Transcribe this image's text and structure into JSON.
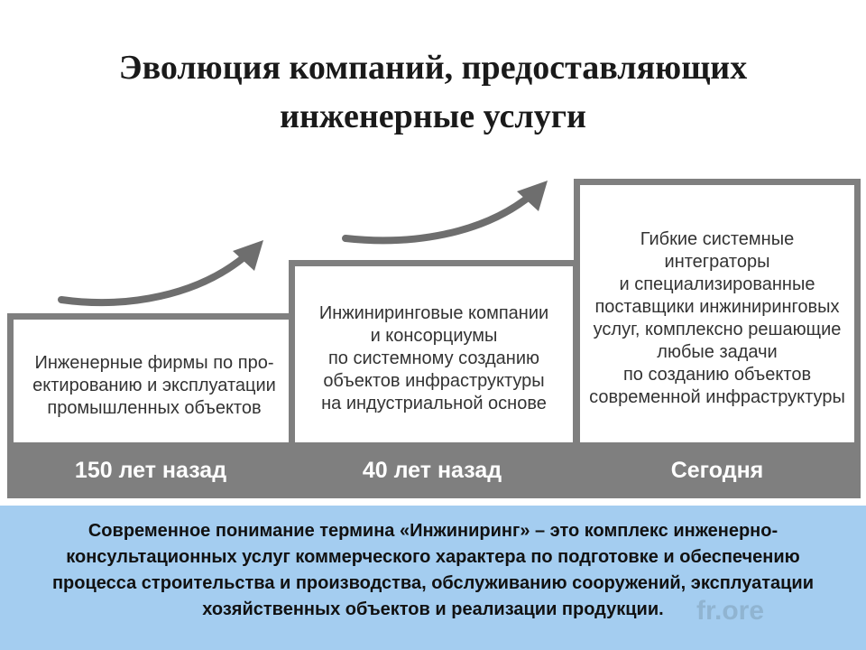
{
  "title": {
    "line1": "Эволюция компаний, предоставляющих",
    "line2": "инженерные услуги"
  },
  "steps": [
    {
      "text": "Инженерные фирмы по про-\nектированию и эксплуатации\nпромышленных объектов",
      "period": "150 лет назад"
    },
    {
      "text": "Инжиниринговые компании\nи консорциумы\nпо системному созданию\nобъектов инфраструктуры\nна индустриальной основе",
      "period": "40 лет назад"
    },
    {
      "text": "Гибкие системные\nинтеграторы\nи специализированные\nпоставщики инжиниринговых\nуслуг, комплексно решающие\nлюбые задачи\nпо созданию объектов\nсовременной инфраструктуры",
      "period": "Сегодня"
    }
  ],
  "note": "Современное понимание термина «Инжиниринг» – это комплекс инженерно-консультационных услуг коммерческого характера по подготовке и обеспечению процесса строительства и производства, обслуживанию сооружений, эксплуатации хозяйственных объектов и реализации продукции.",
  "watermark": "fr.ore",
  "colors": {
    "step_border": "#7f7f7f",
    "arrow": "#6e6e6e",
    "note_background": "#a4cdf0"
  }
}
